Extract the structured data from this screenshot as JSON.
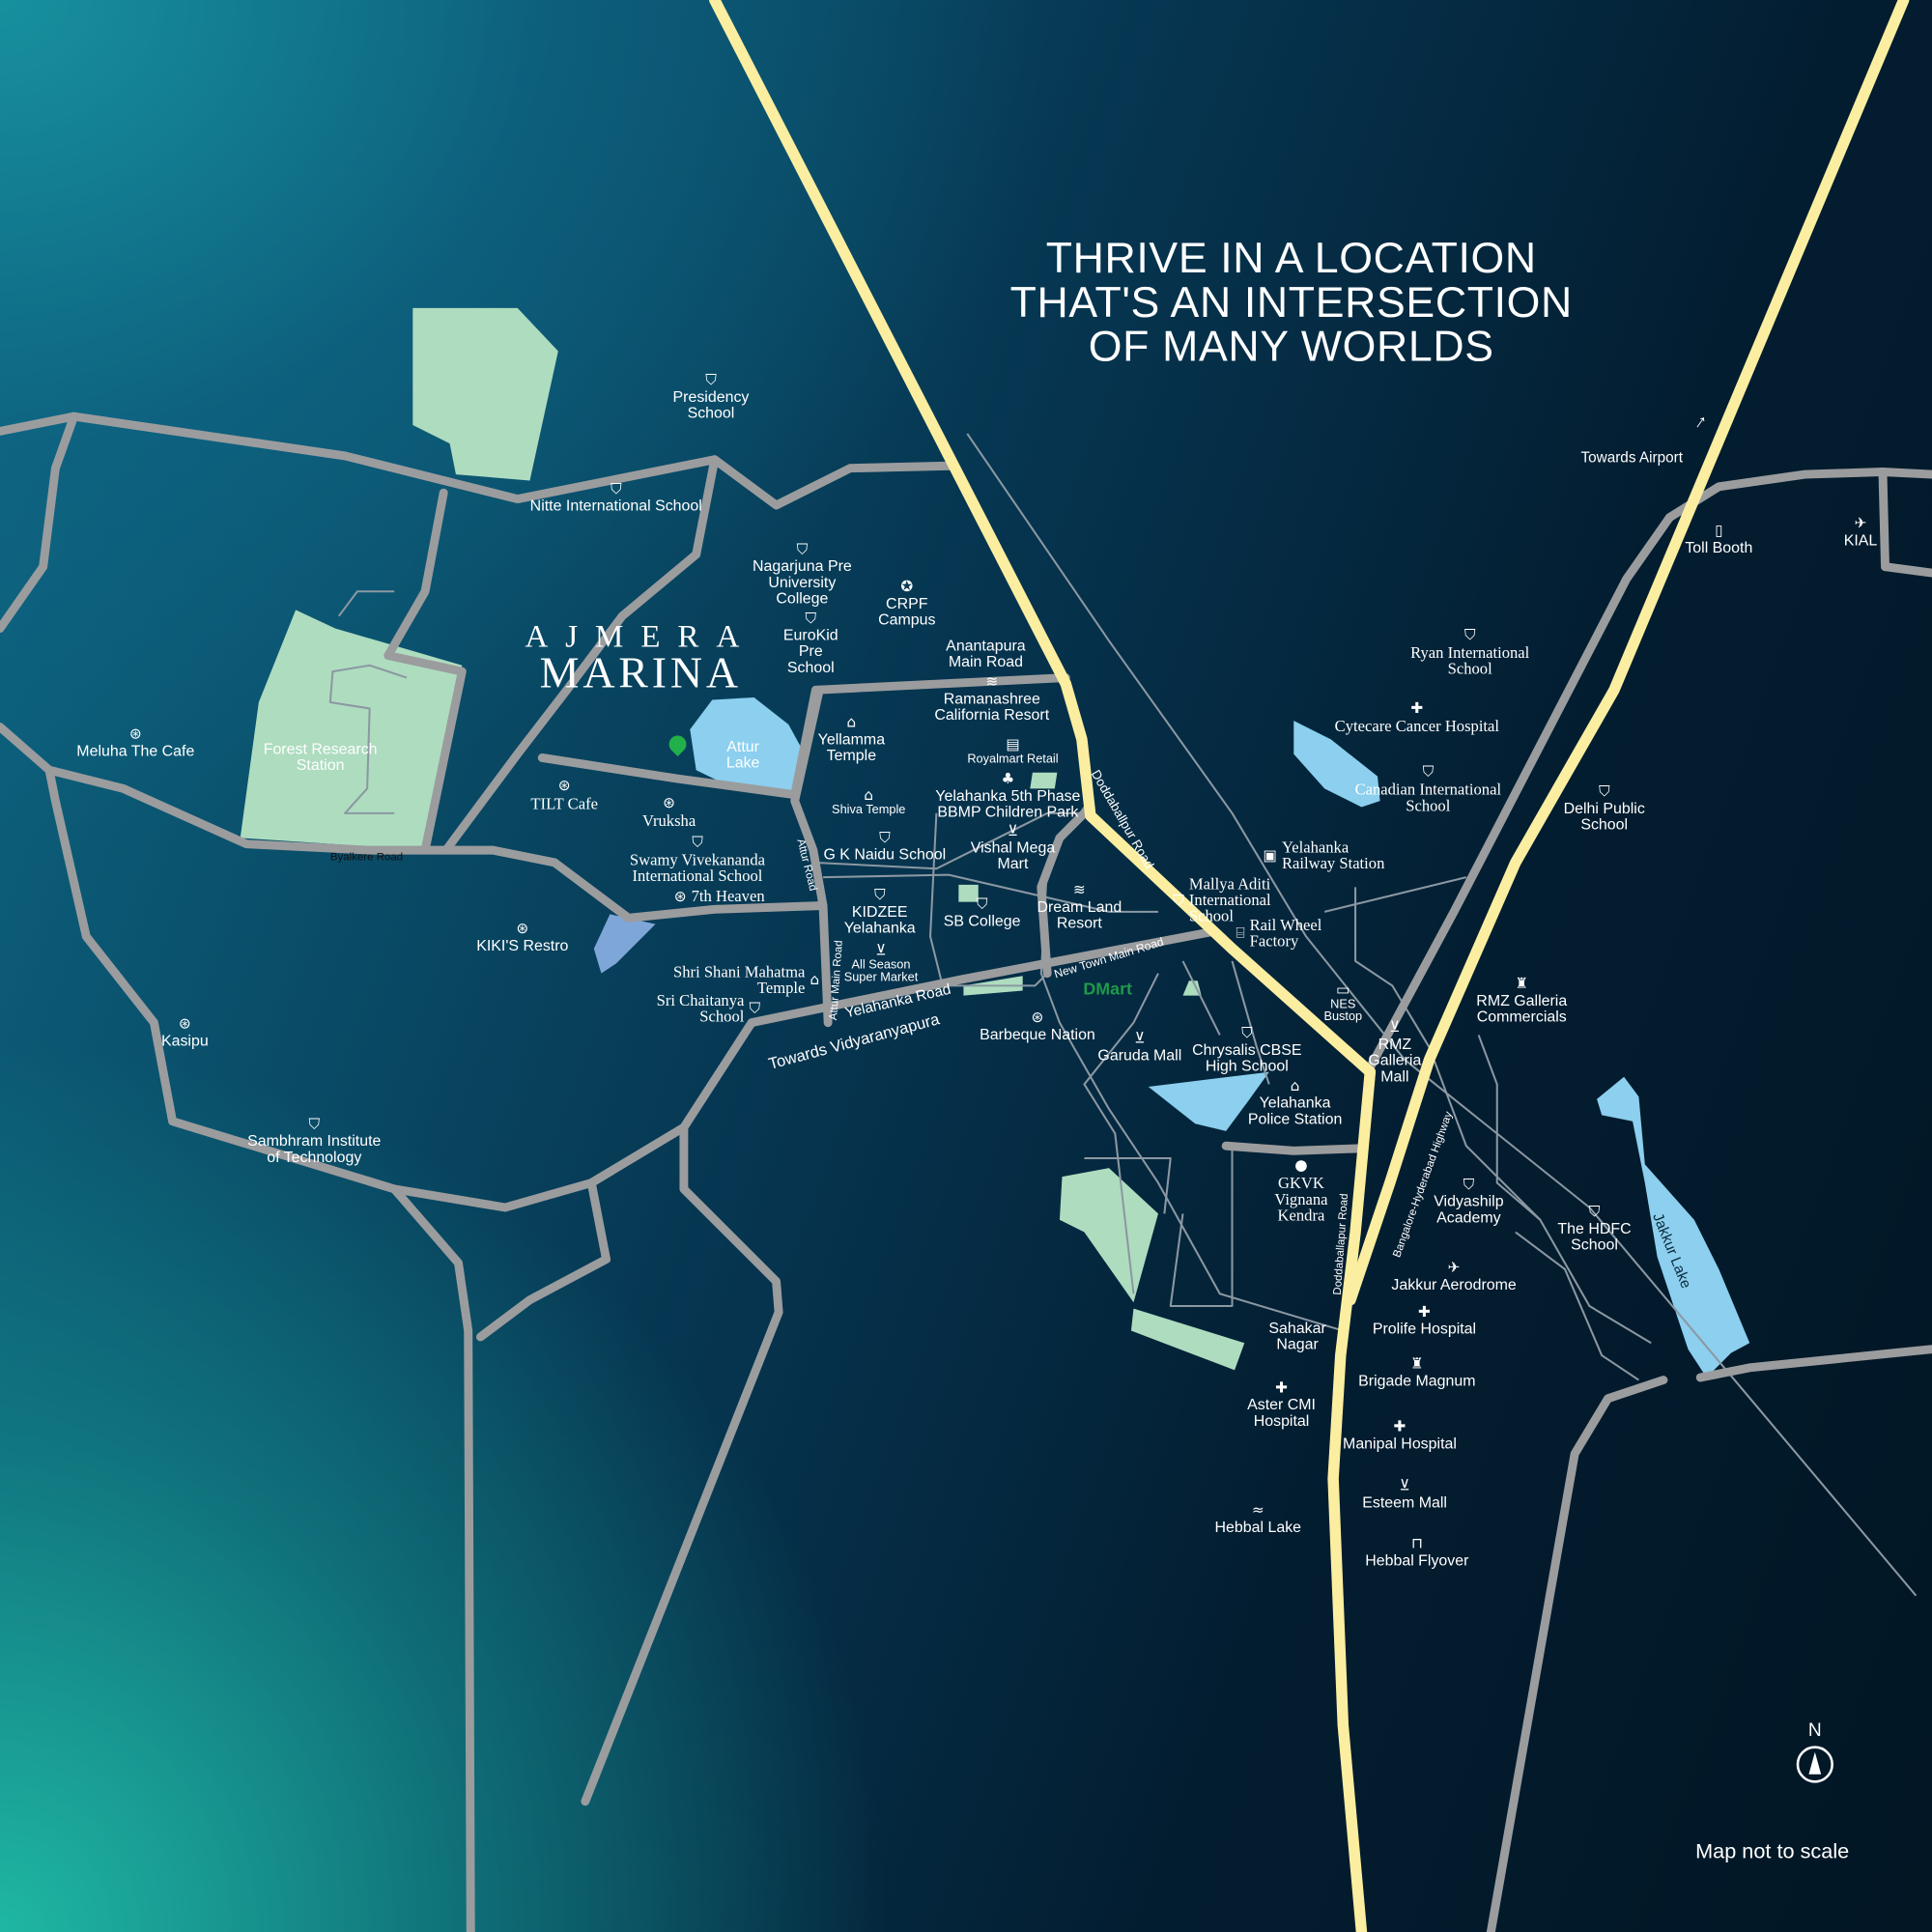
{
  "headline": {
    "lines": [
      "THRIVE IN A LOCATION",
      "THAT'S AN INTERSECTION",
      "OF MANY WORLDS"
    ]
  },
  "brand": {
    "line1": "AJMERA",
    "line2": "MARINA"
  },
  "note": "Map not to scale",
  "north_label": "N",
  "towards_airport": "Towards Airport",
  "colors": {
    "highway": "#fbeea0",
    "road": "#9b9c9e",
    "park": "#aedcbf",
    "lake": "#8ccfee",
    "project_pin": "#22b04b",
    "dmart": "#1f9a4a"
  },
  "places": [
    {
      "name": "Presidency\nSchool",
      "icon": "graduation-cap-icon"
    },
    {
      "name": "Nitte International School",
      "icon": "graduation-cap-icon"
    },
    {
      "name": "Nagarjuna Pre\nUniversity\nCollege",
      "icon": "graduation-cap-icon"
    },
    {
      "name": "CRPF\nCampus",
      "icon": "emblem-icon"
    },
    {
      "name": "EuroKid\nPre\nSchool",
      "icon": "graduation-cap-icon"
    },
    {
      "name": "Anantapura\nMain Road",
      "icon": ""
    },
    {
      "name": "Ramanashree\nCalifornia Resort",
      "icon": "swimming-icon"
    },
    {
      "name": "Royalmart Retail",
      "icon": "store-icon"
    },
    {
      "name": "Yellamma\nTemple",
      "icon": "temple-icon"
    },
    {
      "name": "Shiva Temple",
      "icon": "temple-icon"
    },
    {
      "name": "Yelahanka 5th Phase\nBBMP Children Park",
      "icon": "park-icon"
    },
    {
      "name": "Attur\nLake",
      "icon": ""
    },
    {
      "name": "Forest Research\nStation",
      "icon": ""
    },
    {
      "name": "Meluha The Cafe",
      "icon": "restaurant-icon"
    },
    {
      "name": "TILT Cafe",
      "icon": "restaurant-icon"
    },
    {
      "name": "Vruksha",
      "icon": "restaurant-icon"
    },
    {
      "name": "Swamy Vivekananda\nInternational School",
      "icon": "graduation-cap-icon"
    },
    {
      "name": "7th Heaven",
      "icon": "restaurant-icon"
    },
    {
      "name": "G K Naidu School",
      "icon": "graduation-cap-icon"
    },
    {
      "name": "Vishal Mega\nMart",
      "icon": "cart-icon"
    },
    {
      "name": "KIDZEE\nYelahanka",
      "icon": "graduation-cap-icon"
    },
    {
      "name": "SB College",
      "icon": "graduation-cap-icon"
    },
    {
      "name": "Dream Land\nResort",
      "icon": "swimming-icon"
    },
    {
      "name": "All Season\nSuper Market",
      "icon": "cart-icon"
    },
    {
      "name": "KIKI'S Restro",
      "icon": "restaurant-icon"
    },
    {
      "name": "Shri Shani Mahatma\nTemple",
      "icon": "temple-icon"
    },
    {
      "name": "Sri Chaitanya\nSchool",
      "icon": "graduation-cap-icon"
    },
    {
      "name": "Kasipu",
      "icon": "restaurant-icon"
    },
    {
      "name": "Barbeque Nation",
      "icon": "restaurant-icon"
    },
    {
      "name": "Garuda Mall",
      "icon": "cart-icon"
    },
    {
      "name": "Chrysalis CBSE\nHigh School",
      "icon": "graduation-cap-icon"
    },
    {
      "name": "Mallya Aditi\nInternational\nSchool",
      "icon": "graduation-cap-icon"
    },
    {
      "name": "Yelahanka\nRailway Station",
      "icon": "train-icon"
    },
    {
      "name": "Rail Wheel\nFactory",
      "icon": "factory-icon"
    },
    {
      "name": "NES\nBustop",
      "icon": "bus-icon"
    },
    {
      "name": "RMZ\nGalleria\nMall",
      "icon": "cart-icon"
    },
    {
      "name": "RMZ Galleria\nCommercials",
      "icon": "office-icon"
    },
    {
      "name": "Yelahanka\nPolice Station",
      "icon": "police-station-icon"
    },
    {
      "name": "GKVK\nVignana\nKendra",
      "icon": "dot-icon"
    },
    {
      "name": "Vidyashilp\nAcademy",
      "icon": "graduation-cap-icon"
    },
    {
      "name": "The HDFC\nSchool",
      "icon": "graduation-cap-icon"
    },
    {
      "name": "Jakkur Aerodrome",
      "icon": "airplane-icon"
    },
    {
      "name": "Prolife Hospital",
      "icon": "hospital-icon"
    },
    {
      "name": "Sahakar\nNagar",
      "icon": ""
    },
    {
      "name": "Aster CMI\nHospital",
      "icon": "hospital-icon"
    },
    {
      "name": "Brigade Magnum",
      "icon": "office-icon"
    },
    {
      "name": "Manipal Hospital",
      "icon": "hospital-icon"
    },
    {
      "name": "Esteem Mall",
      "icon": "cart-icon"
    },
    {
      "name": "Hebbal Lake",
      "icon": "water-icon"
    },
    {
      "name": "Hebbal Flyover",
      "icon": "flyover-icon"
    },
    {
      "name": "Sambhram Institute\nof Technology",
      "icon": "graduation-cap-icon"
    },
    {
      "name": "Ryan International\nSchool",
      "icon": "graduation-cap-icon"
    },
    {
      "name": "Cytecare Cancer Hospital",
      "icon": "hospital-icon"
    },
    {
      "name": "Canadian International\nSchool",
      "icon": "graduation-cap-icon"
    },
    {
      "name": "Delhi Public\nSchool",
      "icon": "graduation-cap-icon"
    },
    {
      "name": "Toll Booth",
      "icon": "toll-booth-icon"
    },
    {
      "name": "KIAL",
      "icon": "airplane-icon"
    },
    {
      "name": "DMart",
      "icon": ""
    }
  ],
  "roads": {
    "byalkere": "Byalkere Road",
    "doddaballapur_1": "Doddaballpur Road",
    "doddaballapur_2": "Doddaballapur Road",
    "new_town": "New Town Main Road",
    "yelahanka": "Yelahanka Road",
    "vidyaranyapura": "Towards Vidyaranyapura",
    "attur_main": "Attur Main Road",
    "attur": "Attur Road",
    "highway": "Bangalore-Hyderabad Highway"
  },
  "lakes": {
    "jakkur": "Jakkur Lake"
  }
}
